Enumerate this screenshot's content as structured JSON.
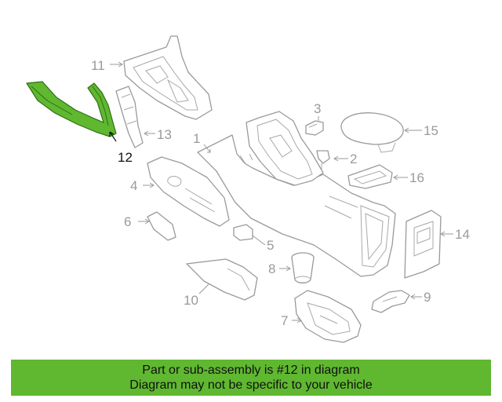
{
  "diagram": {
    "highlight_color": "#5fb830",
    "callouts": [
      {
        "id": "1",
        "label": "1"
      },
      {
        "id": "2",
        "label": "2"
      },
      {
        "id": "3",
        "label": "3"
      },
      {
        "id": "4",
        "label": "4"
      },
      {
        "id": "5",
        "label": "5"
      },
      {
        "id": "6",
        "label": "6"
      },
      {
        "id": "7",
        "label": "7"
      },
      {
        "id": "8",
        "label": "8"
      },
      {
        "id": "9",
        "label": "9"
      },
      {
        "id": "10",
        "label": "10"
      },
      {
        "id": "11",
        "label": "11"
      },
      {
        "id": "12",
        "label": "12",
        "highlighted": true
      },
      {
        "id": "13",
        "label": "13"
      },
      {
        "id": "14",
        "label": "14"
      },
      {
        "id": "15",
        "label": "15"
      },
      {
        "id": "16",
        "label": "16"
      }
    ]
  },
  "banner": {
    "color": "#5fb830",
    "line1": "Part or sub-assembly is #12 in diagram",
    "line2": "Diagram may not be specific to your vehicle"
  }
}
